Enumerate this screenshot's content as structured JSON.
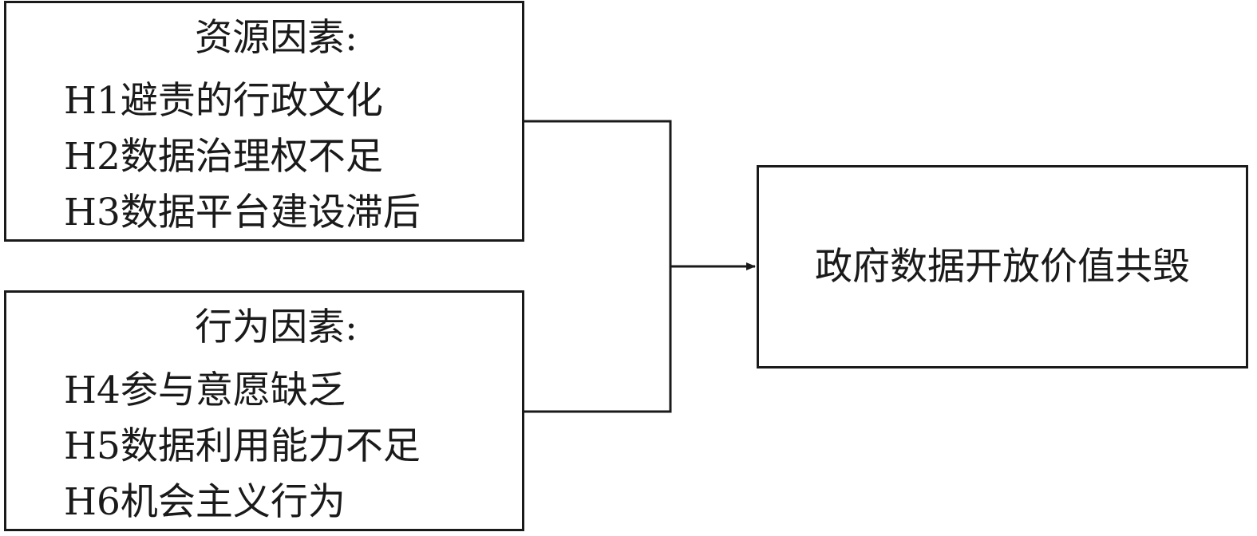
{
  "resource_factors": {
    "heading": "资源因素:",
    "items": [
      "H1避责的行政文化",
      "H2数据治理权不足",
      "H3数据平台建设滞后"
    ]
  },
  "behavior_factors": {
    "heading": "行为因素:",
    "items": [
      "H4参与意愿缺乏",
      "H5数据利用能力不足",
      "H6机会主义行为"
    ]
  },
  "outcome": {
    "label": "政府数据开放价值共毁"
  },
  "colors": {
    "line": "#1a1a1a",
    "background": "#ffffff"
  }
}
